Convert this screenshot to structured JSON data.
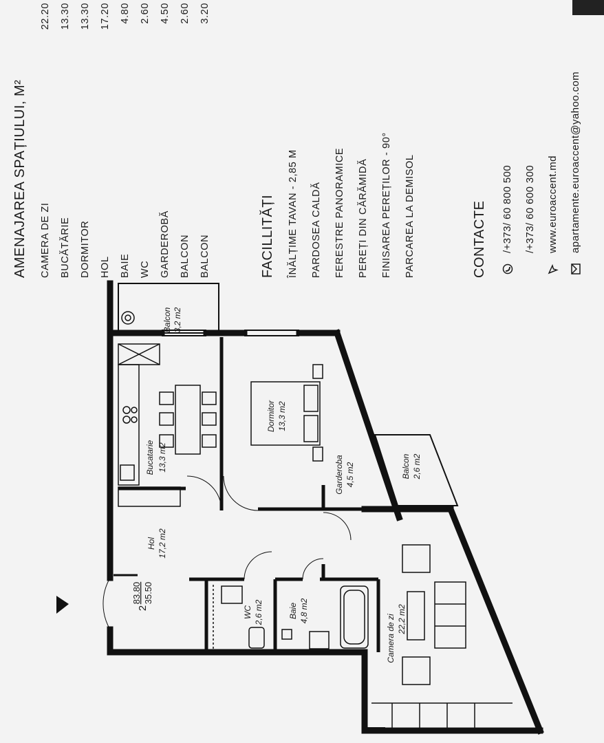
{
  "rooms_section": {
    "title": "AMENAJAREA SPAȚIULUI, M²",
    "rows": [
      {
        "label": "CAMERA DE ZI",
        "value": "22.20"
      },
      {
        "label": "BUCĂTĂRIE",
        "value": "13.30"
      },
      {
        "label": "DORMITOR",
        "value": "13.30"
      },
      {
        "label": "HOL",
        "value": "17.20"
      },
      {
        "label": "BAIE",
        "value": "4.80"
      },
      {
        "label": "WC",
        "value": "2.60"
      },
      {
        "label": "GARDEROBĂ",
        "value": "4.50"
      },
      {
        "label": "BALCON",
        "value": "2.60"
      },
      {
        "label": "BALCON",
        "value": "3.20"
      }
    ]
  },
  "facilities_section": {
    "title": "FACILLITĂȚI",
    "items": [
      "ÎNĂLȚIME TAVAN - 2,85 M",
      "PARDOSEA CALDĂ",
      "FERESTRE PANORAMICE",
      "PEREȚI DIN CĂRĂMIDĂ",
      "FINISAREA PEREȚILOR - 90°",
      "PARCAREA LA DEMISOL"
    ]
  },
  "contact_section": {
    "title": "CONTACTE",
    "phone1": "/+373/ 60 800 500",
    "phone2": "/+373/ 60 600 300",
    "website": "www.euroaccent.md",
    "email": "apartamente.euroaccent@yahoo.com",
    "icons": [
      "phone-icon",
      "cursor-icon",
      "mail-icon"
    ]
  },
  "plan": {
    "rooms": {
      "balcon_top": {
        "name": "Balcon",
        "area": "3,2 m2"
      },
      "bucatarie": {
        "name": "Bucatarie",
        "area": "13,3 m2"
      },
      "dormitor": {
        "name": "Dormitor",
        "area": "13,3 m2"
      },
      "garderoba": {
        "name": "Garderoba",
        "area": "4,5 m2"
      },
      "balcon_side": {
        "name": "Balcon",
        "area": "2,6 m2"
      },
      "hol": {
        "name": "Hol",
        "area": "17,2 m2"
      },
      "wc": {
        "name": "WC",
        "area": "2,6 m2"
      },
      "baie": {
        "name": "Baie",
        "area": "4,8 m2"
      },
      "camera": {
        "name": "Camera de zi",
        "area": "22,2 m2"
      }
    },
    "apartment": {
      "rooms": "2",
      "total": "83.80",
      "living": "35.50"
    }
  },
  "colors": {
    "wall": "#111111",
    "paper": "#f3f3f3",
    "ink": "#1b1b1b"
  }
}
